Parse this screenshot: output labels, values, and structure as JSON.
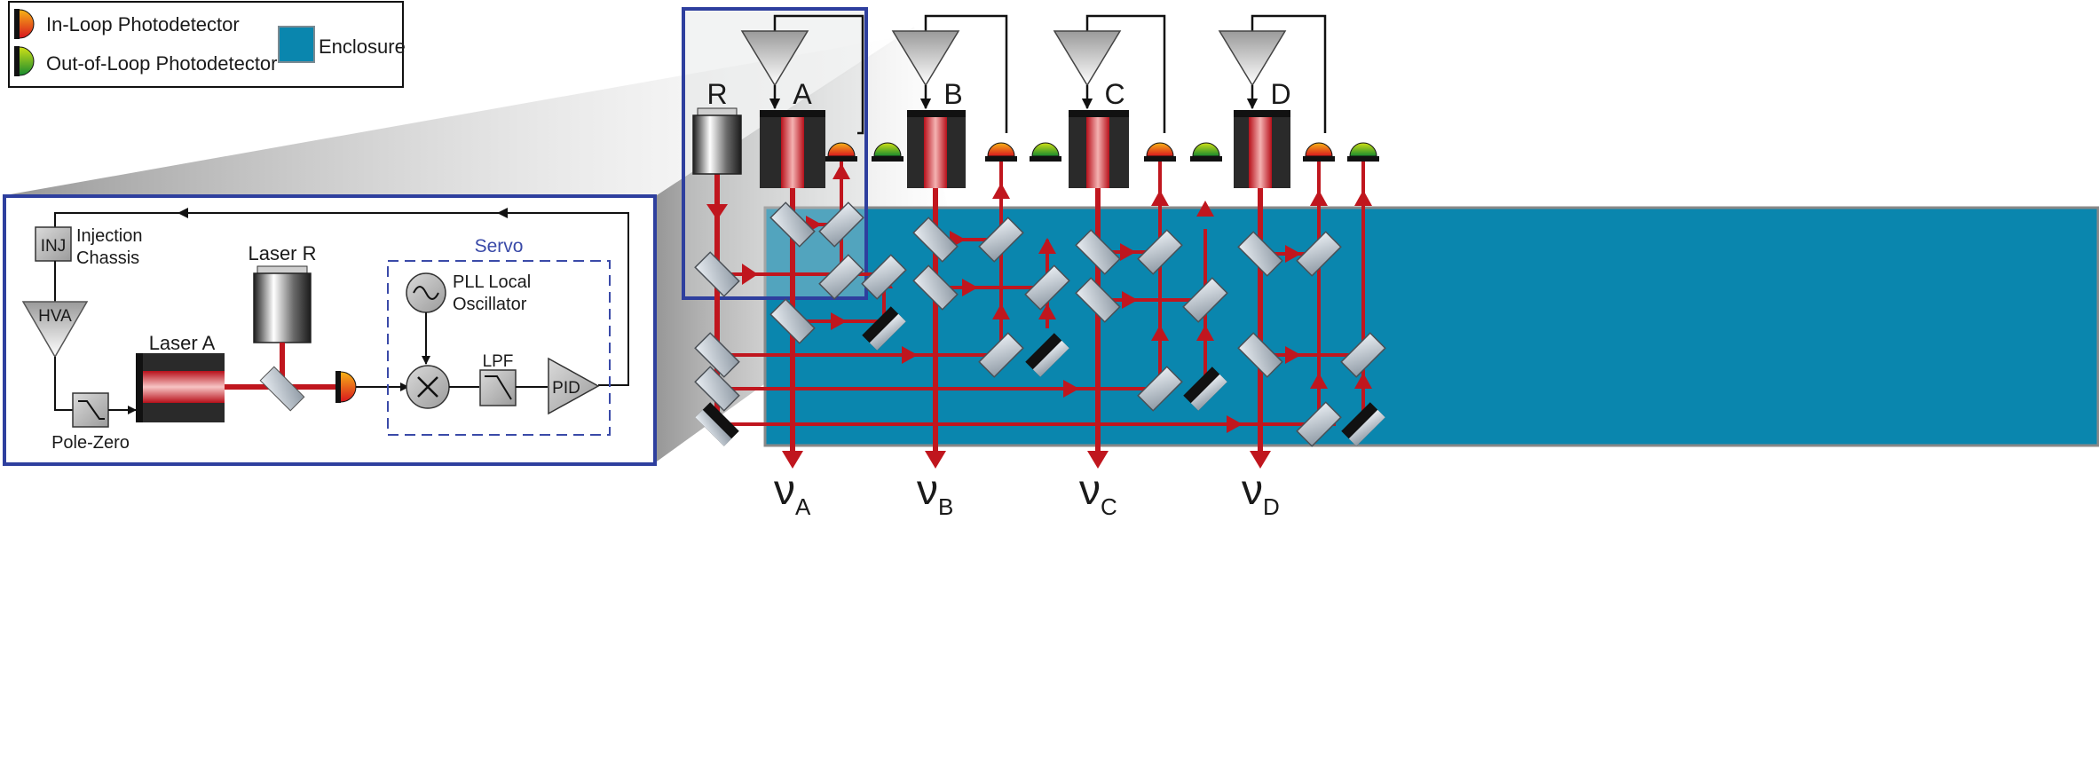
{
  "legend": {
    "in_loop": "In-Loop Photodetector",
    "out_loop": "Out-of-Loop Photodetector",
    "enclosure": "Enclosure"
  },
  "detail": {
    "injection_box": "INJ",
    "injection_label_1": "Injection",
    "injection_label_2": "Chassis",
    "hva": "HVA",
    "pole_zero": "Pole-Zero",
    "laser_a": "Laser A",
    "laser_r": "Laser R",
    "servo": "Servo",
    "pll_1": "PLL Local",
    "pll_2": "Oscillator",
    "lpf": "LPF",
    "pid": "PID"
  },
  "lasers": {
    "r": "R",
    "a": "A",
    "b": "B",
    "c": "C",
    "d": "D"
  },
  "outputs": {
    "nu": "ν",
    "a": "A",
    "b": "B",
    "c": "C",
    "d": "D"
  },
  "colors": {
    "beam": "#c0161e",
    "enclosure": "#0a86ae",
    "frame": "#2e3f9e",
    "servo": "#3a4aa8"
  }
}
